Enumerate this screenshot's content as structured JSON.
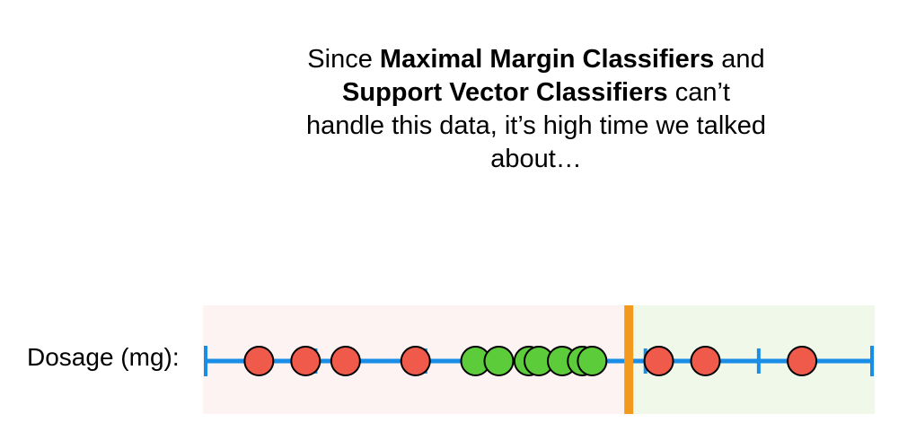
{
  "caption": {
    "line1_pre": "Since ",
    "line1_bold": "Maximal Margin Classifiers",
    "line1_post": " and",
    "line2_bold": "Support Vector Classifiers",
    "line2_post": " can’t",
    "line3": "handle this data, it’s high time we talked",
    "line4": "about…"
  },
  "axis_label": "Dosage (mg):",
  "colors": {
    "axis": "#1a8ee6",
    "threshold": "#f39a1e",
    "left_region": "#fdf3f2",
    "right_region": "#f0f8ea",
    "red_point": "#f05a4a",
    "green_point": "#5ccc3a",
    "point_stroke": "#000000"
  },
  "points": [
    {
      "class": "red",
      "position": 0.08
    },
    {
      "class": "red",
      "position": 0.15
    },
    {
      "class": "red",
      "position": 0.21
    },
    {
      "class": "red",
      "position": 0.315
    },
    {
      "class": "green",
      "position": 0.405
    },
    {
      "class": "green",
      "position": 0.44
    },
    {
      "class": "green",
      "position": 0.485
    },
    {
      "class": "green",
      "position": 0.5
    },
    {
      "class": "green",
      "position": 0.535
    },
    {
      "class": "green",
      "position": 0.565
    },
    {
      "class": "green",
      "position": 0.58
    },
    {
      "class": "red",
      "position": 0.68
    },
    {
      "class": "red",
      "position": 0.75
    },
    {
      "class": "red",
      "position": 0.895
    }
  ],
  "threshold_position": 0.635,
  "tick_positions": [
    0,
    0.165,
    0.33,
    0.495,
    0.66,
    0.83,
    1.0
  ]
}
